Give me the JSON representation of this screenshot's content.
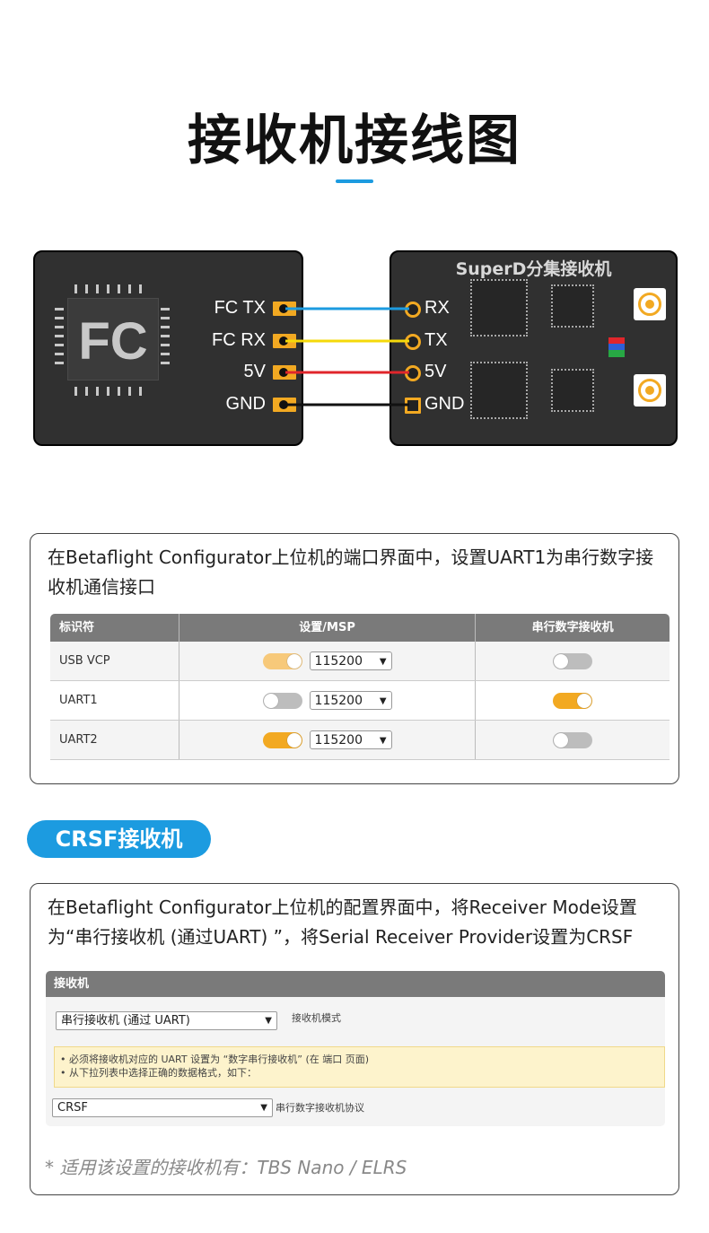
{
  "page": {
    "title": "接收机接线图"
  },
  "diagram": {
    "fc": {
      "chip_label": "FC",
      "pins": [
        "FC TX",
        "FC RX",
        "5V",
        "GND"
      ]
    },
    "receiver": {
      "title": "SuperD分集接收机",
      "pins": [
        "RX",
        "TX",
        "5V",
        "GND"
      ]
    },
    "wire_colors": [
      "#1c9be0",
      "#f5d90a",
      "#e0262b",
      "#111111"
    ],
    "led_colors": [
      "#e0262b",
      "#2d5fd8",
      "#27a844"
    ]
  },
  "ports_section": {
    "instruction": "在Betaflight Configurator上位机的端口界面中，设置UART1为串行数字接收机通信接口",
    "table": {
      "headers": [
        "标识符",
        "设置/MSP",
        "串行数字接收机"
      ],
      "rows": [
        {
          "id": "USB VCP",
          "msp": "on-dim",
          "baud": "115200",
          "serial_rx": "off"
        },
        {
          "id": "UART1",
          "msp": "off",
          "baud": "115200",
          "serial_rx": "on"
        },
        {
          "id": "UART2",
          "msp": "on",
          "baud": "115200",
          "serial_rx": "off"
        }
      ]
    }
  },
  "crsf_section": {
    "badge": "CRSF接收机",
    "instruction": "在Betaflight Configurator上位机的配置界面中，将Receiver Mode设置为“串行接收机 (通过UART) ”，将Serial Receiver Provider设置为CRSF",
    "panel": {
      "header": "接收机",
      "mode_select": "串行接收机 (通过 UART)",
      "mode_label": "接收机模式",
      "notes": [
        "• 必须将接收机对应的 UART 设置为 “数字串行接收机” (在 端口 页面)",
        "• 从下拉列表中选择正确的数据格式，如下："
      ],
      "provider_select": "CRSF",
      "provider_label": "串行数字接收机协议"
    },
    "footnote": "* 适用该设置的接收机有：TBS Nano / ELRS"
  }
}
